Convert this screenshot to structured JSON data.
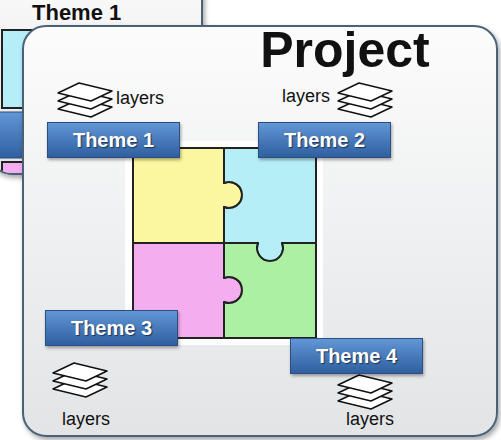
{
  "diagram": {
    "nodes": [
      {
        "text": [
          "Theme 1"
        ]
      },
      {
        "text": [
          "Project"
        ]
      },
      {
        "text": [
          "Theme 1"
        ],
        "in": 1
      },
      {
        "text": [
          "Theme 2"
        ],
        "in": 1
      },
      {
        "text": [
          "Theme 3"
        ],
        "in": 1
      },
      {
        "text": [
          "Theme 4"
        ],
        "in": 1
      }
    ],
    "labels": [
      "layers",
      "layers",
      "layers",
      "layers"
    ]
  }
}
